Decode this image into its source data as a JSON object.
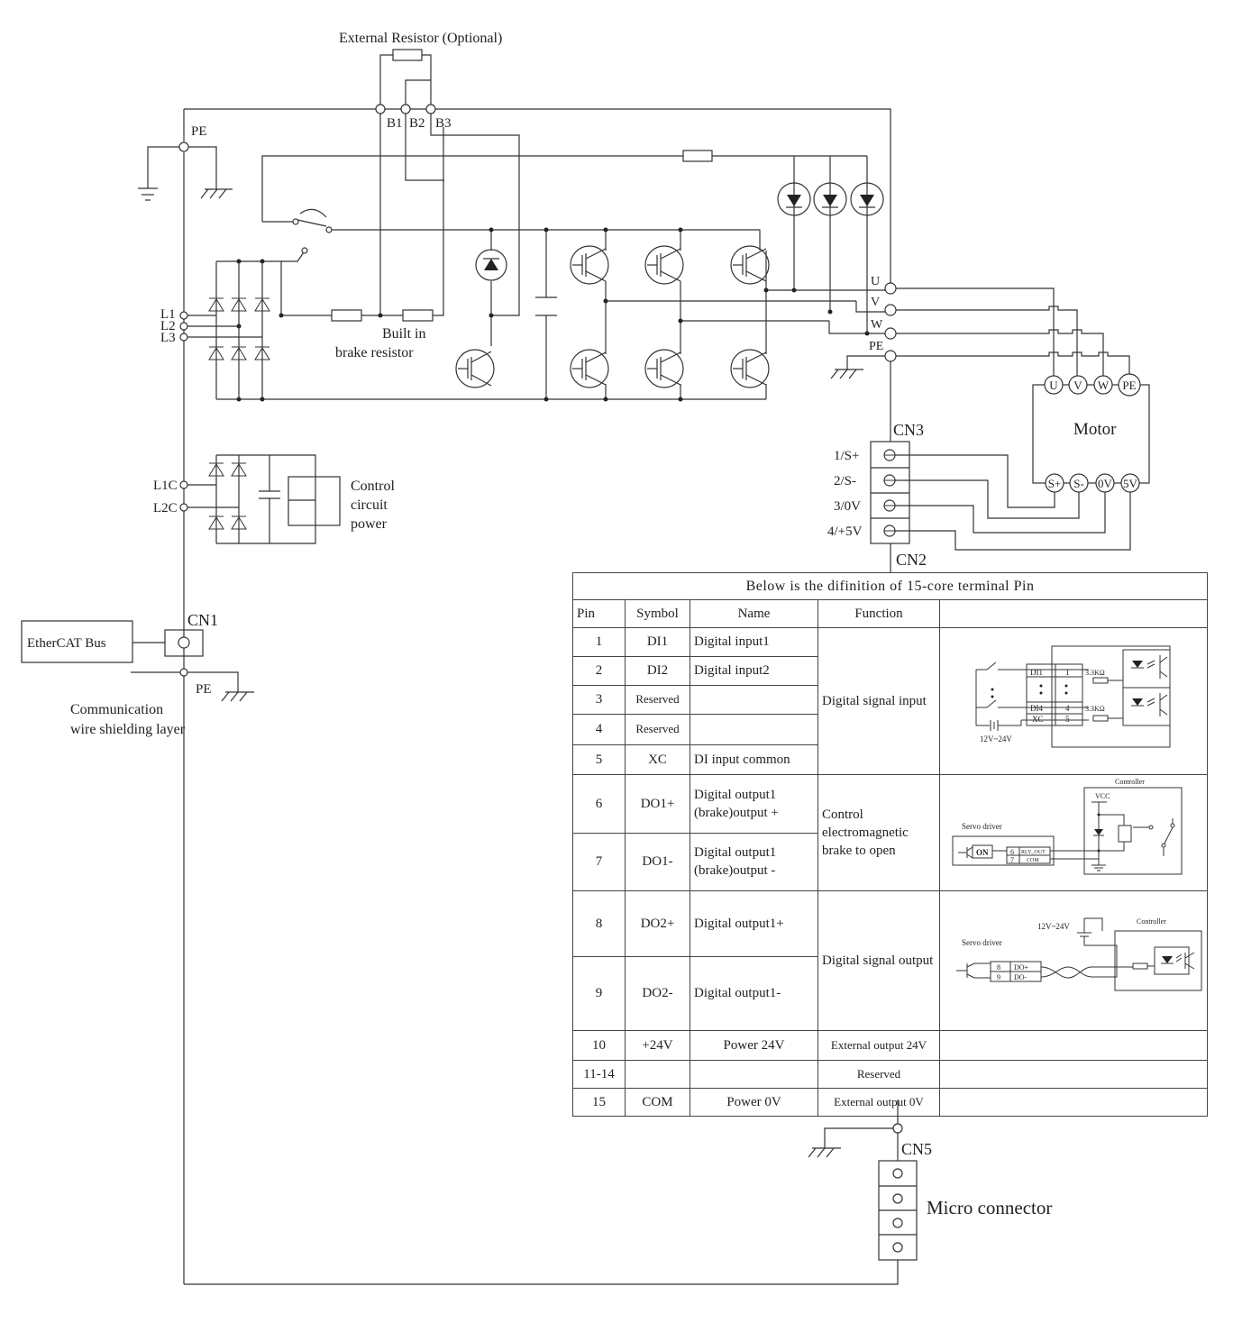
{
  "top": {
    "external_resistor": "External Resistor (Optional)",
    "b1": "B1",
    "b2": "B2",
    "b3": "B3",
    "pe": "PE",
    "l1": "L1",
    "l2": "L2",
    "l3": "L3",
    "builtin_1": "Built in",
    "builtin_2": "brake resistor",
    "l1c": "L1C",
    "l2c": "L2C",
    "control_1": "Control",
    "control_2": "circuit",
    "control_3": "power",
    "u": "U",
    "v": "V",
    "w": "W",
    "pe_out": "PE"
  },
  "motor": {
    "title": "Motor",
    "terminals_top": [
      "U",
      "V",
      "W",
      "PE"
    ],
    "terminals_bottom": [
      "S+",
      "S-",
      "0V",
      "5V"
    ]
  },
  "cn3": {
    "label": "CN3",
    "pins": [
      "1/S+",
      "2/S-",
      "3/0V",
      "4/+5V"
    ]
  },
  "cn2": {
    "label": "CN2"
  },
  "cn1": {
    "label": "CN1",
    "bus": "EtherCAT Bus",
    "pe": "PE",
    "shield_1": "Communication",
    "shield_2": "wire shielding layer"
  },
  "cn5": {
    "label": "CN5",
    "micro": "Micro connector"
  },
  "table": {
    "title": "Below is the difinition of 15-core terminal Pin",
    "headers": [
      "Pin",
      "Symbol",
      "Name",
      "Function"
    ],
    "rows": [
      {
        "pin": "1",
        "symbol": "DI1",
        "name": "Digital input1"
      },
      {
        "pin": "2",
        "symbol": "DI2",
        "name": "Digital input2"
      },
      {
        "pin": "3",
        "symbol": "Reserved",
        "name": ""
      },
      {
        "pin": "4",
        "symbol": "Reserved",
        "name": ""
      },
      {
        "pin": "5",
        "symbol": "XC",
        "name": "DI input common"
      },
      {
        "pin": "6",
        "symbol": "DO1+",
        "name": "Digital output1 (brake)output +"
      },
      {
        "pin": "7",
        "symbol": "DO1-",
        "name": "Digital output1 (brake)output -"
      },
      {
        "pin": "8",
        "symbol": "DO2+",
        "name": "Digital output1+"
      },
      {
        "pin": "9",
        "symbol": "DO2-",
        "name": "Digital output1-"
      },
      {
        "pin": "10",
        "symbol": "+24V",
        "name": "Power 24V"
      },
      {
        "pin": "11-14",
        "symbol": "",
        "name": ""
      },
      {
        "pin": "15",
        "symbol": "COM",
        "name": "Power 0V"
      }
    ],
    "functions": {
      "input": "Digital signal input",
      "brake": "Control electromagnetic brake to open",
      "output": "Digital signal output",
      "ext24": "External output 24V",
      "reserved": "Reserved",
      "ext0": "External output 0V"
    },
    "fig_input": {
      "di1": "DI1",
      "di4": "DI4",
      "xc": "XC",
      "n1": "1",
      "n4": "4",
      "n5": "5",
      "r1": "3.3KΩ",
      "r2": "3.3KΩ",
      "supply": "12V~24V"
    },
    "fig_brake": {
      "controller": "Controller",
      "vcc": "VCC",
      "servo": "Servo driver",
      "on": "ON",
      "n6": "6",
      "n7": "7",
      "rly": "RLY_OUT",
      "com": "COM"
    },
    "fig_output": {
      "supply": "12V~24V",
      "controller": "Controller",
      "servo": "Servo driver",
      "n8": "8",
      "n9": "9",
      "dop": "DO+",
      "dom": "DO-"
    }
  }
}
